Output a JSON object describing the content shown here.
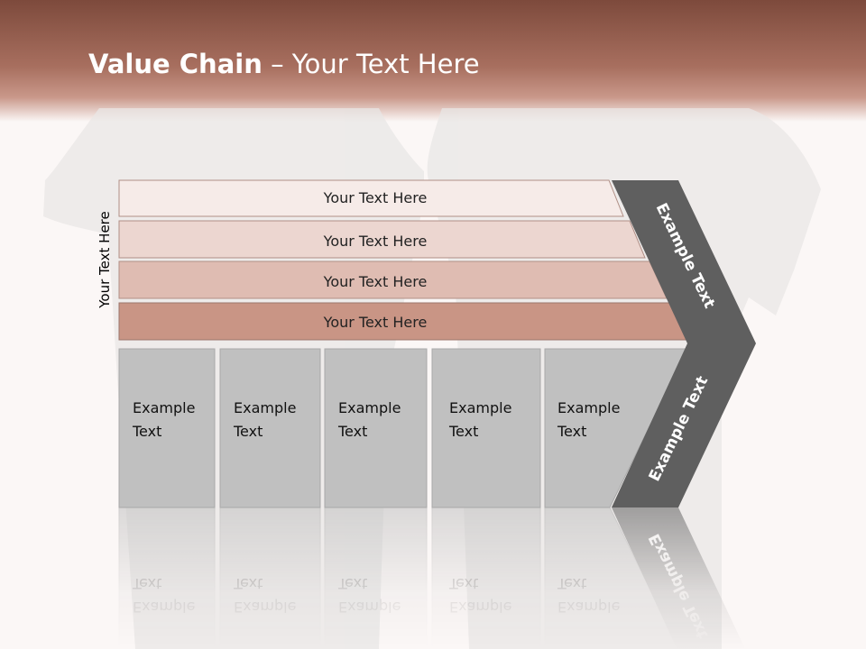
{
  "title": {
    "bold": "Value Chain",
    "rest": " – Your Text Here"
  },
  "side_label": "Your Text Here",
  "bands": [
    {
      "label": "Your Text Here",
      "color": "#f6ebe8"
    },
    {
      "label": "Your Text Here",
      "color": "#ecd6d0"
    },
    {
      "label": "Your Text Here",
      "color": "#dfbcb2"
    },
    {
      "label": "Your Text Here",
      "color": "#c99585"
    }
  ],
  "activities": [
    {
      "line1": "Example",
      "line2": "Text"
    },
    {
      "line1": "Example",
      "line2": "Text"
    },
    {
      "line1": "Example",
      "line2": "Text"
    },
    {
      "line1": "Example",
      "line2": "Text"
    },
    {
      "line1": "Example",
      "line2": "Text"
    }
  ],
  "margin_upper": "Example Text",
  "margin_lower": "Example Text",
  "colors": {
    "header": "#9a5e4e",
    "activity_fill": "#c0c0c0",
    "margin_fill": "#5f5f5f"
  }
}
